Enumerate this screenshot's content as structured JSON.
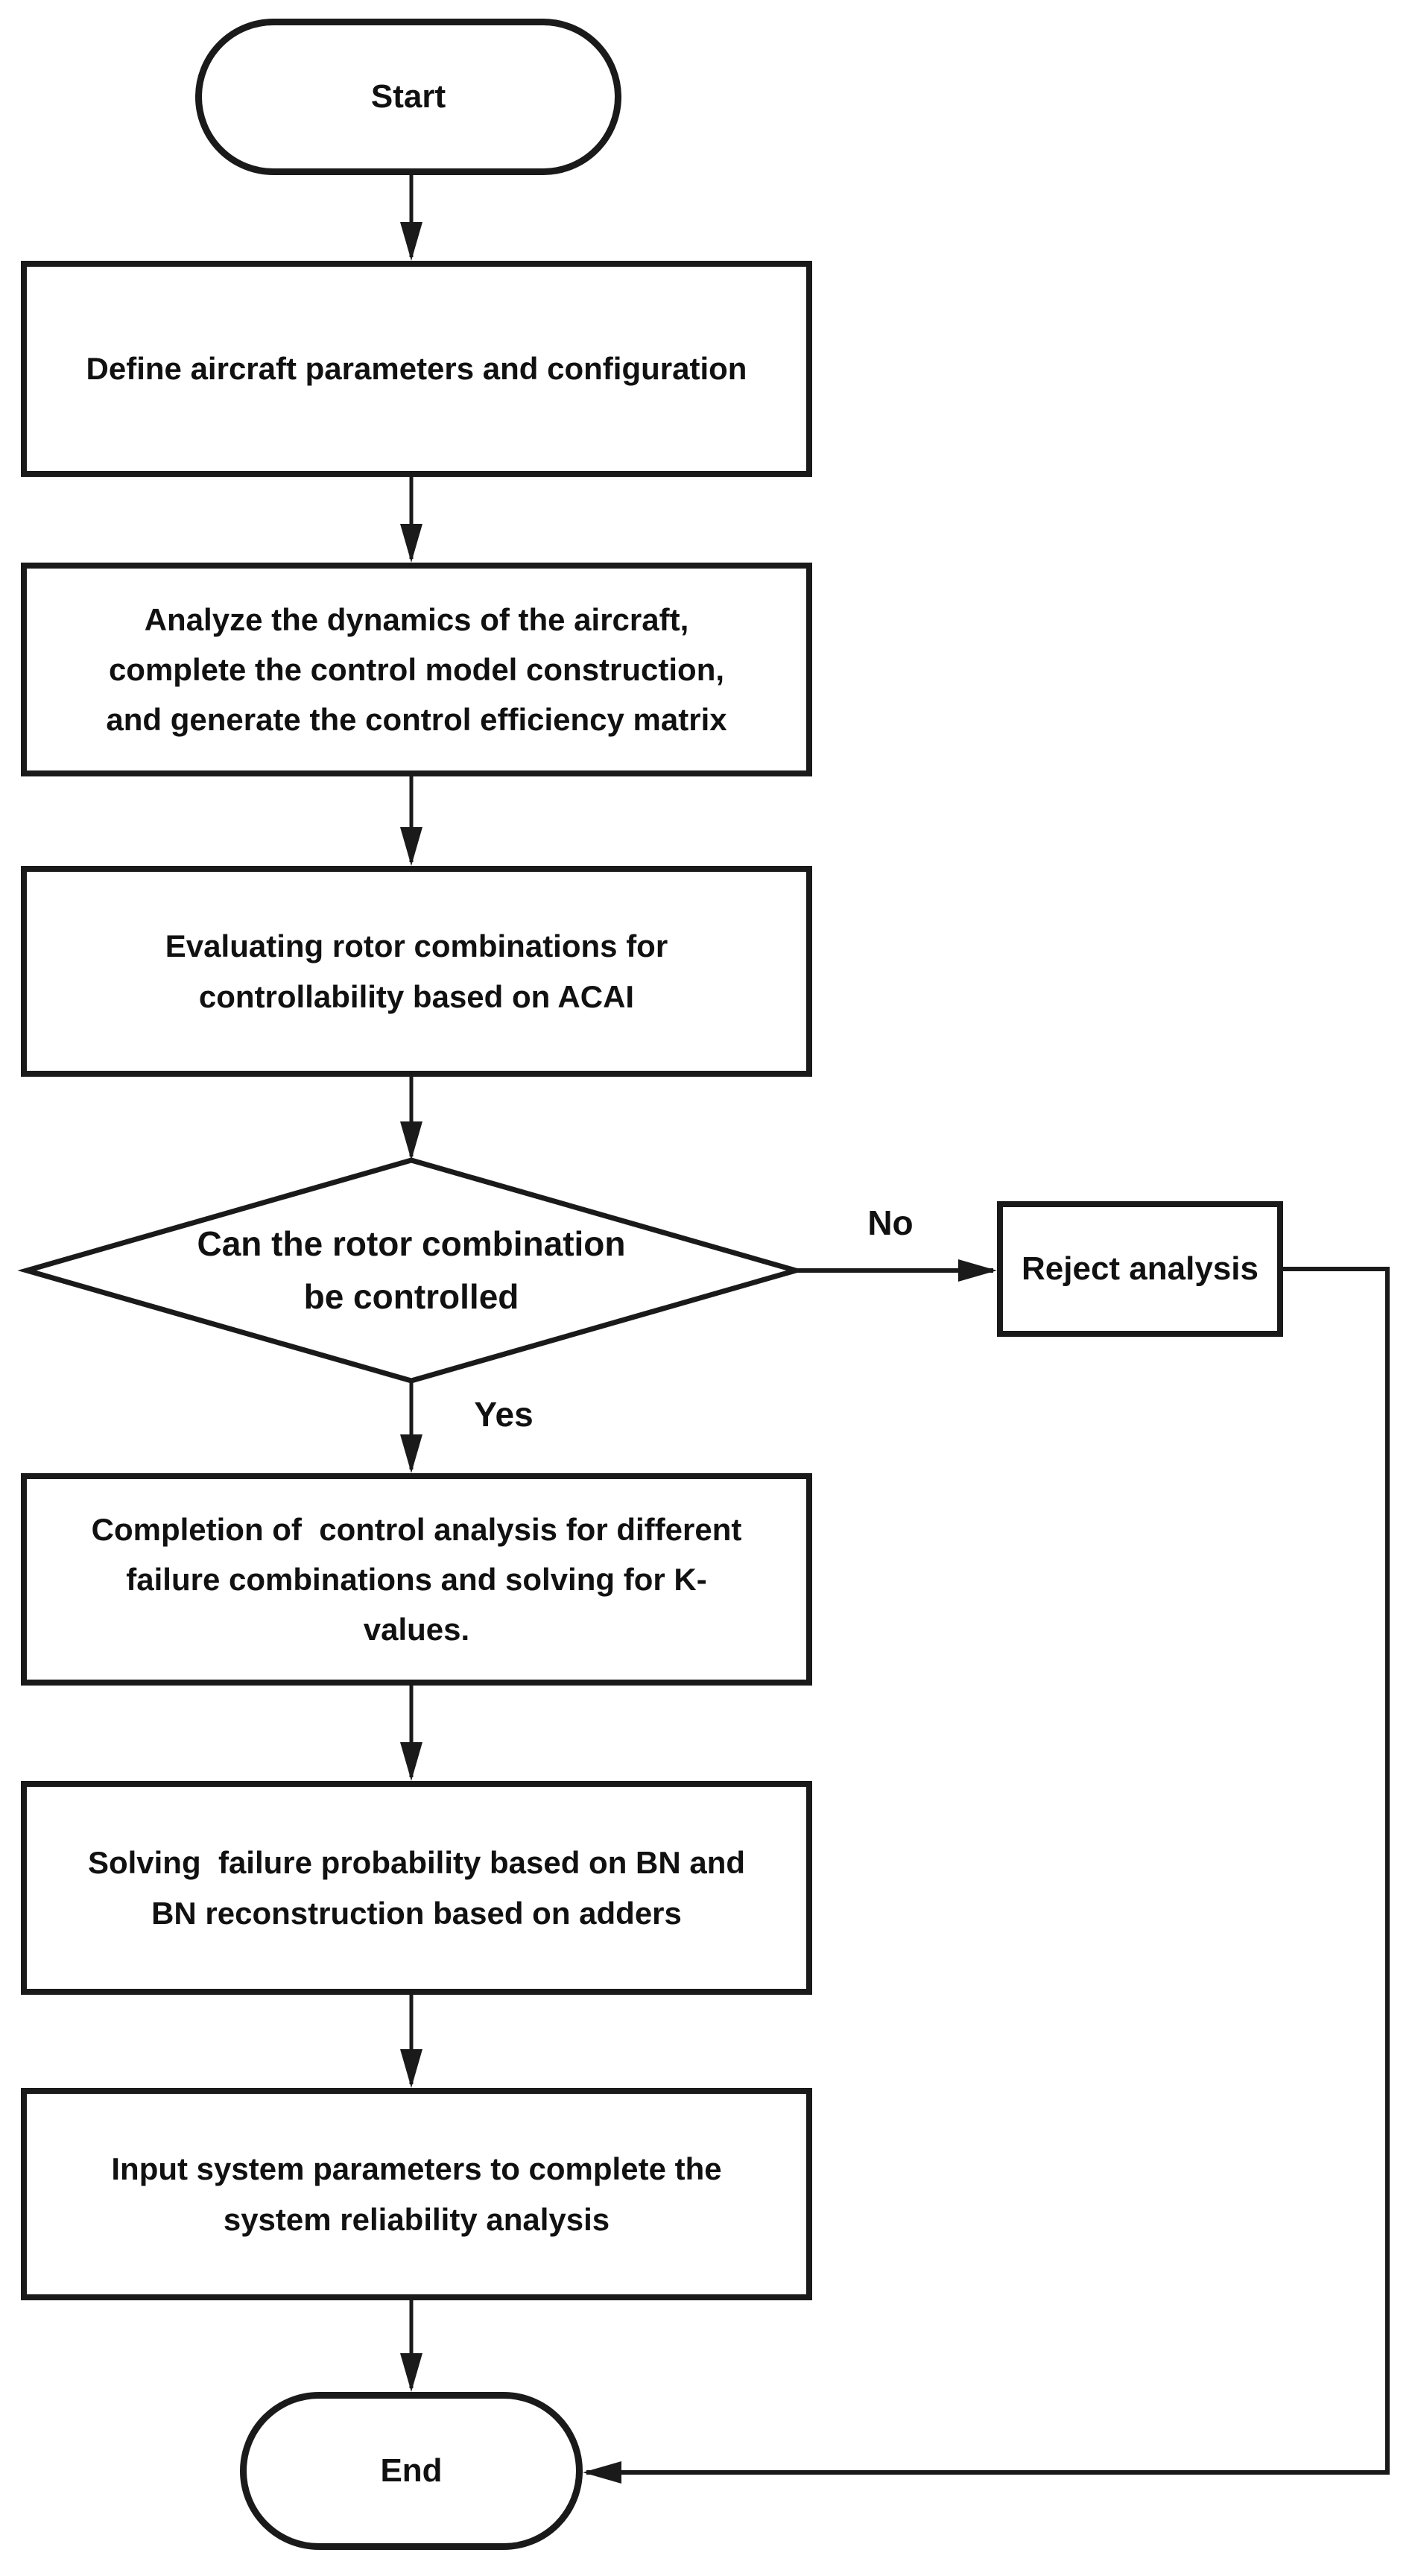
{
  "flowchart": {
    "colors": {
      "stroke": "#1a1a1a",
      "node_fill": "#ffffff",
      "text": "#111111",
      "background": "#ffffff"
    },
    "nodes": {
      "start": {
        "type": "terminator",
        "label": "Start"
      },
      "define_params": {
        "type": "process",
        "label": "Define aircraft parameters and configuration"
      },
      "analyze_dynamics": {
        "type": "process",
        "label": "Analyze the dynamics of the aircraft,\ncomplete the control model construction,\nand generate the control efficiency matrix"
      },
      "evaluate_rotor": {
        "type": "process",
        "label": "Evaluating rotor combinations for\ncontrollability based on ACAI"
      },
      "decision_controllable": {
        "type": "decision",
        "label": "Can the rotor combination\nbe controlled"
      },
      "reject_analysis": {
        "type": "process",
        "label": "Reject analysis"
      },
      "completion_control": {
        "type": "process",
        "label": "Completion of  control analysis for different\nfailure combinations and solving for K-\nvalues."
      },
      "solving_failure": {
        "type": "process",
        "label": "Solving  failure probability based on BN and\nBN reconstruction based on adders"
      },
      "input_system": {
        "type": "process",
        "label": "Input system parameters to complete the\nsystem reliability analysis"
      },
      "end": {
        "type": "terminator",
        "label": "End"
      }
    },
    "edge_labels": {
      "no": "No",
      "yes": "Yes"
    }
  }
}
